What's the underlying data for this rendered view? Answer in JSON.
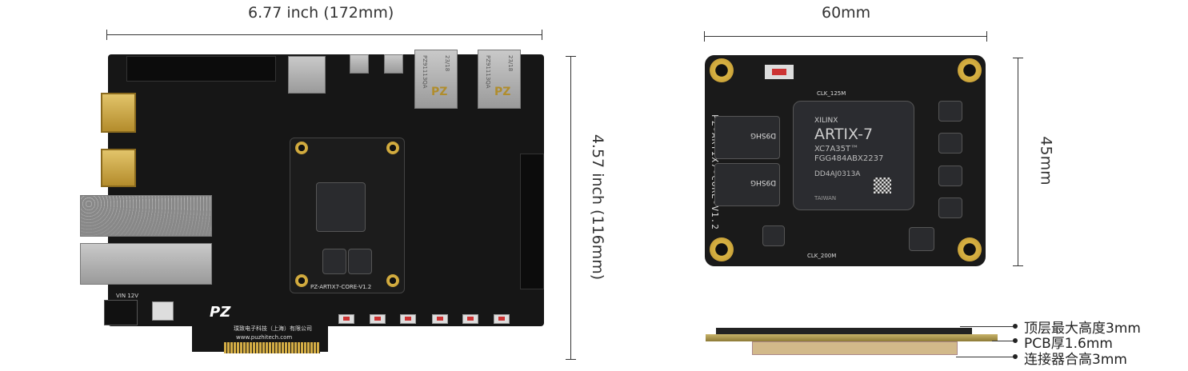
{
  "main_board": {
    "width_label": "6.77 inch (172mm)",
    "height_label": "4.57 inch (116mm)",
    "brand_logo": "PZ",
    "company": "璞致电子科技（上海）有限公司",
    "website": "www.puzhitech.com",
    "core_silk": "PZ-ARTIX7-CORE-V1.2",
    "jack_labels": [
      "23/18",
      "PZ91113QA"
    ],
    "power_label": "VIN 12V"
  },
  "core_module": {
    "width_label": "60mm",
    "height_label": "45mm",
    "silk": "PZ-ARTIX7-CORE-V1.2",
    "fpga": {
      "brand": "XILINX",
      "family": "ARTIX-7",
      "part": "XC7A35T™",
      "package": "FGG484ABX2237",
      "lot": "DD4AJ0313A",
      "origin": "TAIWAN"
    },
    "clk_label": "CLK_125M",
    "clk2_label": "CLK_200M",
    "ddr_label": "D9SHG"
  },
  "side_view": {
    "callouts": [
      "顶层最大高度3mm",
      "PCB厚1.6mm",
      "连接器合高3mm"
    ]
  },
  "colors": {
    "pcb": "#161616",
    "gold": "#caa33a",
    "dim": "#333333"
  }
}
